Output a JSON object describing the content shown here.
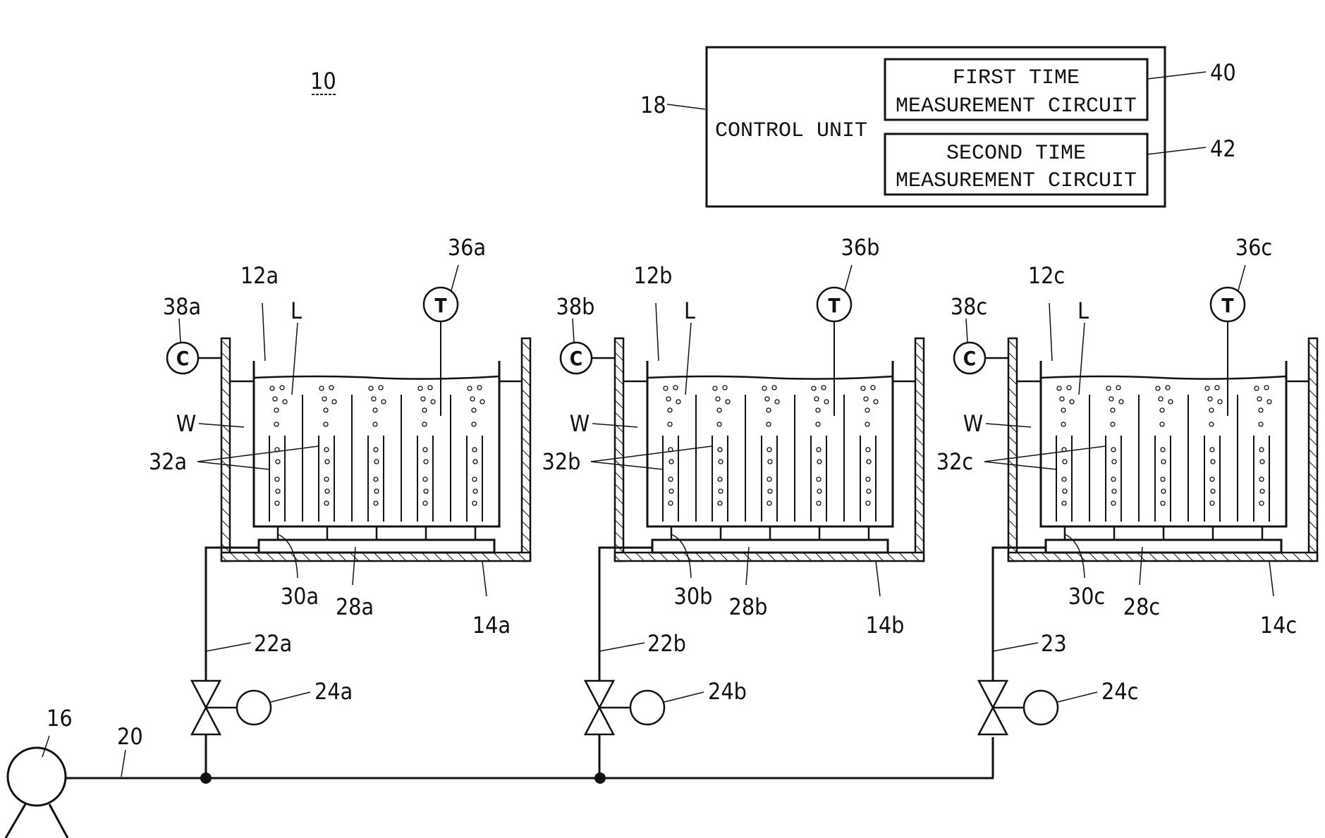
{
  "figure": {
    "system_label": "10",
    "liquid_label": "L",
    "water_label": "W",
    "control": {
      "ref": "18",
      "title": "CONTROL UNIT",
      "circuits": [
        {
          "ref": "40",
          "line1": "FIRST TIME",
          "line2": "MEASUREMENT CIRCUIT"
        },
        {
          "ref": "42",
          "line1": "SECOND TIME",
          "line2": "MEASUREMENT CIRCUIT"
        }
      ]
    },
    "pump": {
      "ref": "16"
    },
    "main_pipe": {
      "ref": "20"
    },
    "sensor_symbols": {
      "temperature": "T",
      "concentration": "C"
    },
    "units": [
      {
        "tank": "12a",
        "bath": "14a",
        "temp_sensor": "36a",
        "conc_sensor": "38a",
        "tubes": "32a",
        "nozzle": "30a",
        "plate": "28a",
        "branch_pipe": "22a",
        "valve_actuator": "24a"
      },
      {
        "tank": "12b",
        "bath": "14b",
        "temp_sensor": "36b",
        "conc_sensor": "38b",
        "tubes": "32b",
        "nozzle": "30b",
        "plate": "28b",
        "branch_pipe": "22b",
        "valve_actuator": "24b"
      },
      {
        "tank": "12c",
        "bath": "14c",
        "temp_sensor": "36c",
        "conc_sensor": "38c",
        "tubes": "32c",
        "nozzle": "30c",
        "plate": "28c",
        "branch_pipe": "23",
        "valve_actuator": "24c"
      }
    ]
  }
}
